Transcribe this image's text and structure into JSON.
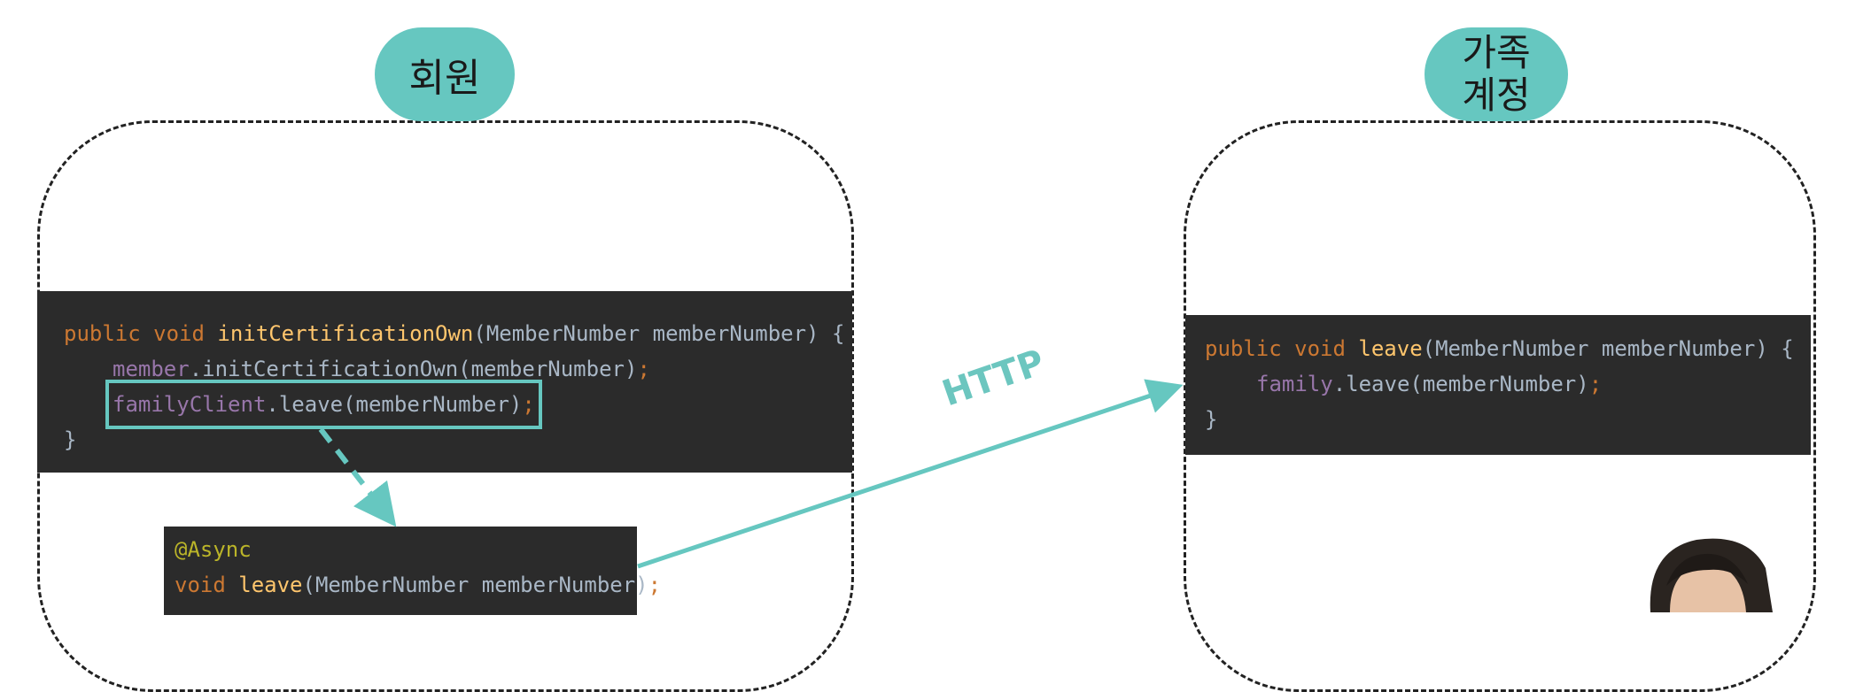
{
  "member_box": {
    "title": "회원"
  },
  "family_box": {
    "title": "가족\n계정"
  },
  "member_code": {
    "line1": {
      "kw": "public void ",
      "fn": "initCertificationOwn",
      "rest": "(MemberNumber memberNumber) {"
    },
    "line2": {
      "field": "member",
      "rest": ".initCertificationOwn(memberNumber)",
      "semi": ";"
    },
    "line3": {
      "field": "familyClient",
      "rest": ".leave(memberNumber)",
      "semi": ";"
    },
    "line4": "}"
  },
  "async_code": {
    "annotation": "@Async",
    "line2": {
      "kw": "void ",
      "fn": "leave",
      "rest": "(MemberNumber memberNumber)",
      "semi": ";"
    }
  },
  "family_code": {
    "line1": {
      "kw": "public void ",
      "fn": "leave",
      "rest": "(MemberNumber memberNumber) {"
    },
    "line2": {
      "field": "family",
      "rest": ".leave(memberNumber)",
      "semi": ";"
    },
    "line3": "}"
  },
  "arrow_label": "HTTP",
  "colors": {
    "accent": "#66c7c0",
    "code_bg": "#2b2b2b",
    "keyword": "#cc7832",
    "function": "#ffc66d",
    "field": "#9876aa",
    "annotation": "#bbb529"
  }
}
